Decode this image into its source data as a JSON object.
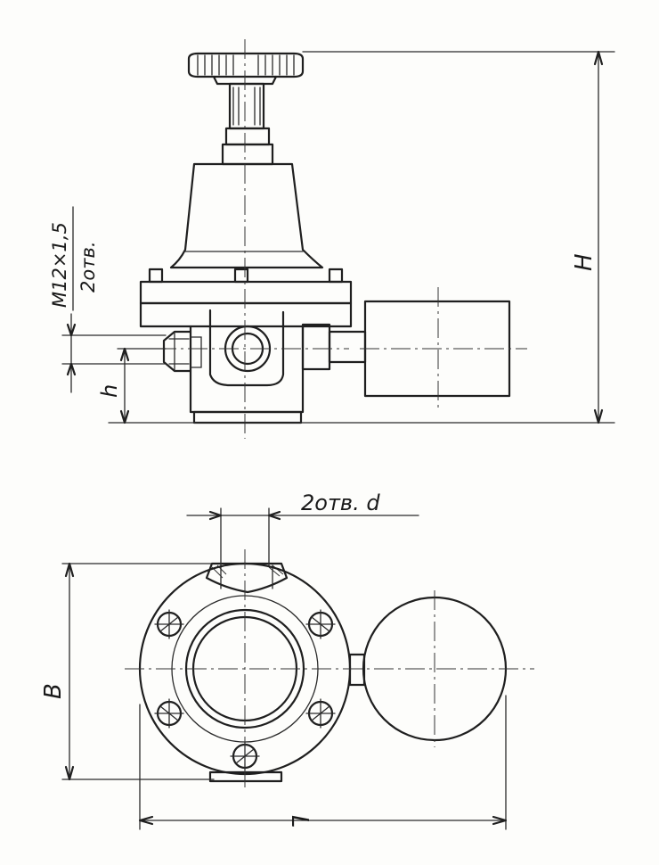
{
  "drawing": {
    "labels": {
      "thread_spec": "M12×1,5",
      "thread_count": "2отв.",
      "height_small": "h",
      "height_total": "H",
      "holes_note": "2отв. d",
      "width": "B",
      "length": "L"
    }
  }
}
